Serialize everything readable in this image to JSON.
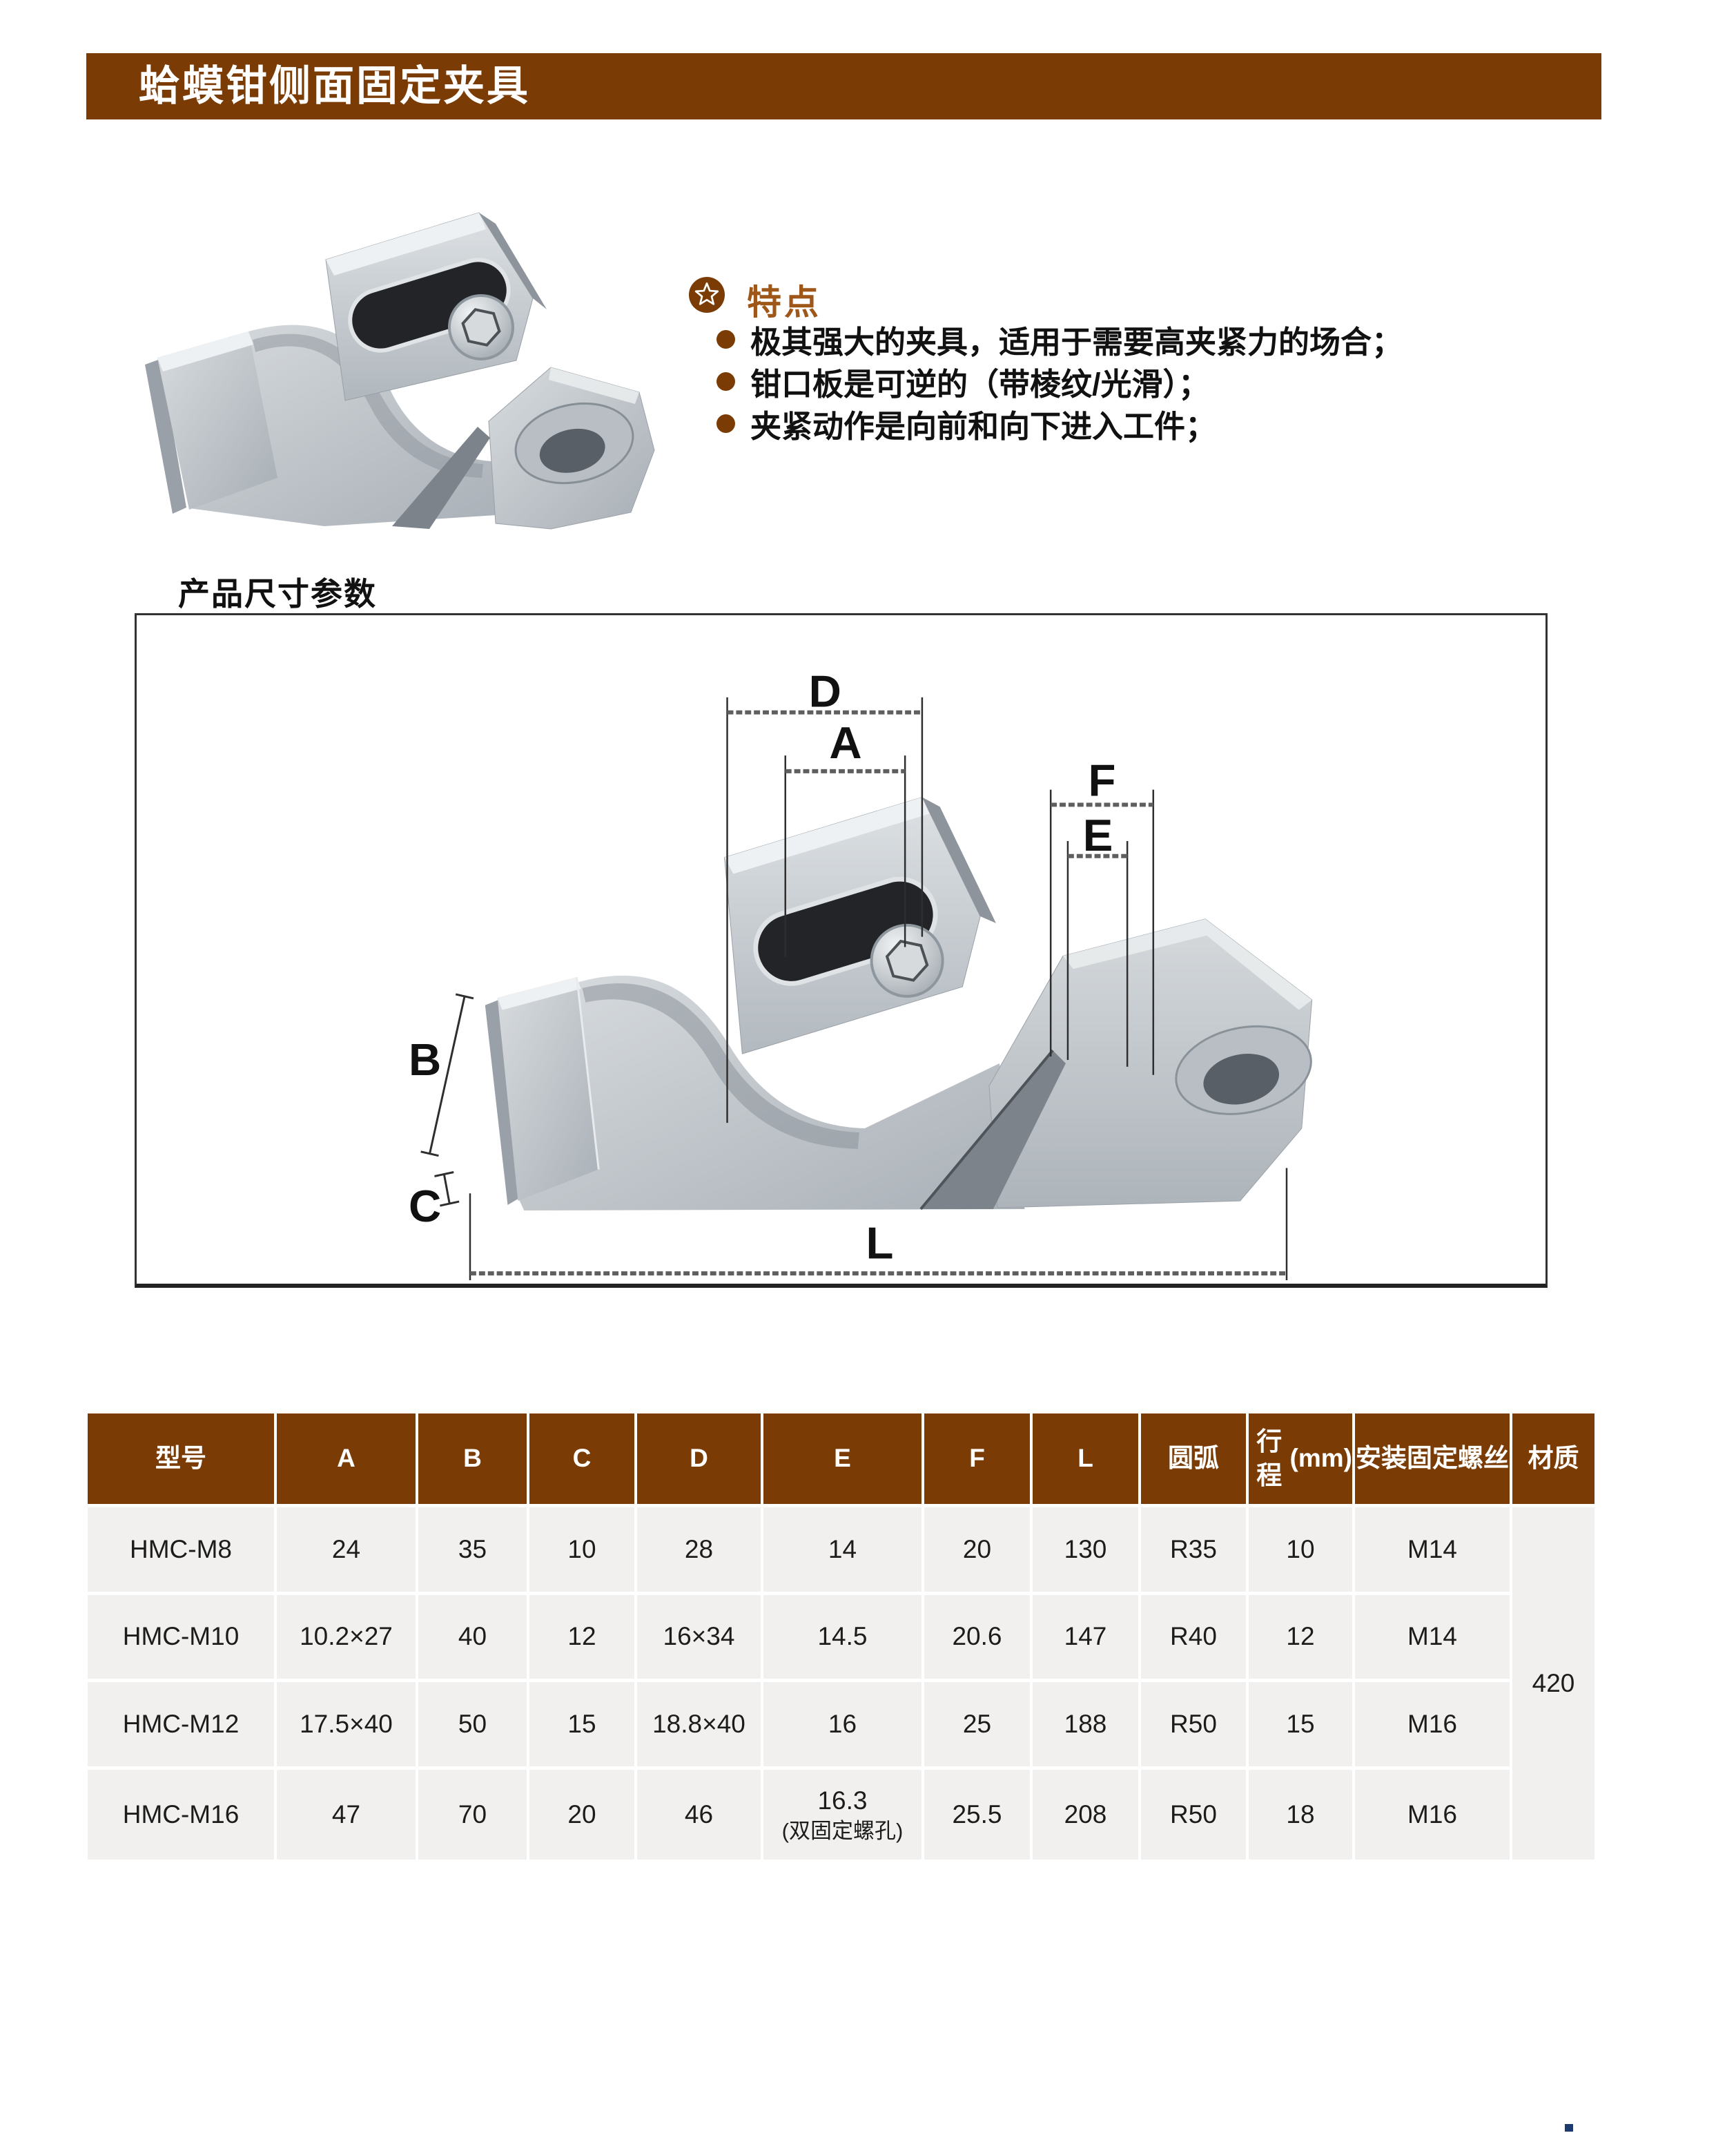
{
  "page": {
    "title": "蛤蟆钳侧面固定夹具"
  },
  "features": {
    "heading": "特点",
    "icon": "star-icon",
    "items": [
      "极其强大的夹具，适用于需要高夹紧力的场合；",
      "钳口板是可逆的（带棱纹/光滑）；",
      "夹紧动作是向前和向下进入工件；"
    ]
  },
  "sections": {
    "dimensions_heading": "产品尺寸参数"
  },
  "drawing": {
    "labels": {
      "D": "D",
      "A": "A",
      "F": "F",
      "E": "E",
      "B": "B",
      "C": "C",
      "L": "L"
    }
  },
  "colors": {
    "brand_brown": "#7B3B04",
    "accent_brown": "#9E5619",
    "table_row_bg": "#F1F0EE",
    "text_dark": "#1C1C1C"
  },
  "table": {
    "headers": [
      "型号",
      "A",
      "B",
      "C",
      "D",
      "E",
      "F",
      "L",
      "圆弧",
      "行程\n(mm)",
      "安装固定螺丝",
      "材质"
    ],
    "rows": [
      [
        "HMC-M8",
        "24",
        "35",
        "10",
        "28",
        "14",
        "20",
        "130",
        "R35",
        "10",
        "M14"
      ],
      [
        "HMC-M10",
        "10.2×27",
        "40",
        "12",
        "16×34",
        "14.5",
        "20.6",
        "147",
        "R40",
        "12",
        "M14"
      ],
      [
        "HMC-M12",
        "17.5×40",
        "50",
        "15",
        "18.8×40",
        "16",
        "25",
        "188",
        "R50",
        "15",
        "M16"
      ],
      [
        "HMC-M16",
        "47",
        "70",
        "20",
        "46",
        "16.3\n(双固定螺孔)",
        "25.5",
        "208",
        "R50",
        "18",
        "M16"
      ]
    ],
    "material_merged": "420"
  }
}
